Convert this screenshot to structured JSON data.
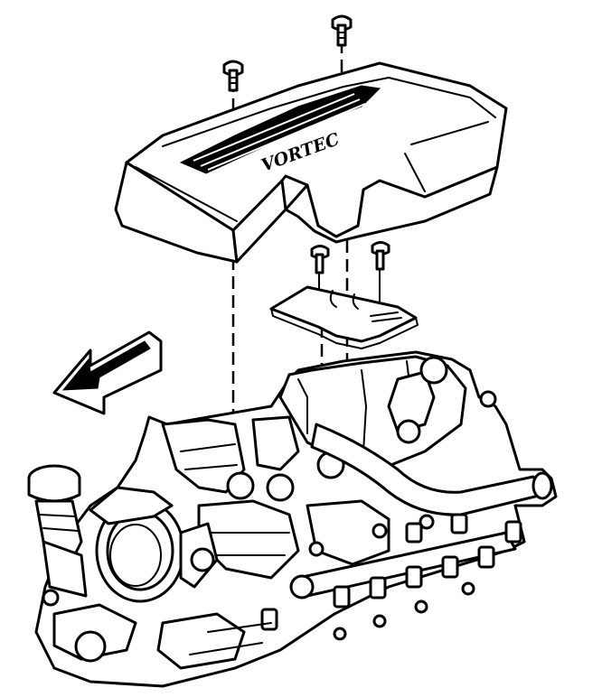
{
  "diagram": {
    "cover_logo_text": "VORTEC",
    "parts": {
      "engine_cover": "engine-cover",
      "cover_bolts": "cover-bolt",
      "bracket": "cover-bracket",
      "bracket_bolts": "bracket-bolt",
      "front_arrow": "front-direction-arrow",
      "intake_manifold": "intake-manifold",
      "throttle_body": "throttle-body",
      "fuel_rail": "fuel-rail",
      "oil_filler": "oil-filler-neck"
    },
    "icons": {
      "front_arrow": "front-arrow-icon"
    }
  }
}
